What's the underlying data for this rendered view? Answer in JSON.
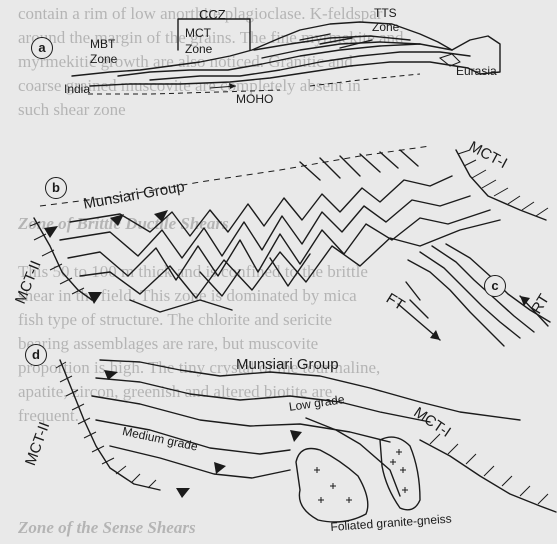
{
  "background_text": [
    {
      "text": "contain a rim of low anorthite plagioclase. K-feldspar",
      "style": "body"
    },
    {
      "text": "around the margin of the grains. The fine myrmekite and",
      "style": "body"
    },
    {
      "text": "myrmekitic growth are also noticed. Granitic and",
      "style": "body"
    },
    {
      "text": "coarse grained muscovite are completely absent in",
      "style": "body"
    },
    {
      "text": "such shear zone",
      "style": "body"
    },
    {
      "text": "Zone of Brittle Ductile Shears",
      "style": "heading"
    },
    {
      "text": "This 50 to 100 m thick and is confined to the brittle",
      "style": "body"
    },
    {
      "text": "shear in the field. This zone is dominated by mica",
      "style": "body"
    },
    {
      "text": "fish type of structure. The chlorite and sericite",
      "style": "body"
    },
    {
      "text": "bearing assemblages are rare, but muscovite",
      "style": "body"
    },
    {
      "text": "proportion is high. The tiny crystal of the tourmaline,",
      "style": "body"
    },
    {
      "text": "apatite, zircon, greenish and altered biotite are",
      "style": "body"
    },
    {
      "text": "frequent.",
      "style": "body"
    },
    {
      "text": "Zone of the Sense Shears",
      "style": "heading"
    }
  ],
  "panels": {
    "a": {
      "marker": "a",
      "labels": {
        "ccz": "CCZ",
        "mbt": "MBT",
        "mbt_zone": "Zone",
        "mct": "MCT",
        "mct_zone": "Zone",
        "tts": "TTS",
        "tts_zone": "Zone",
        "india": "India",
        "eurasia": "Eurasia",
        "moho": "MOHO"
      }
    },
    "b": {
      "marker": "b",
      "labels": {
        "group": "Munsiari Group",
        "mct1": "MCT-I",
        "mct2": "MCT-II"
      }
    },
    "c": {
      "marker": "c",
      "labels": {
        "ft": "FT",
        "rt": "RT"
      }
    },
    "d": {
      "marker": "d",
      "labels": {
        "group": "Munsiari Group",
        "mct1": "MCT-I",
        "mct2": "MCT-II",
        "low": "Low grade",
        "medium": "Medium grade",
        "gneiss": "Foliated granite-gneiss"
      }
    }
  }
}
